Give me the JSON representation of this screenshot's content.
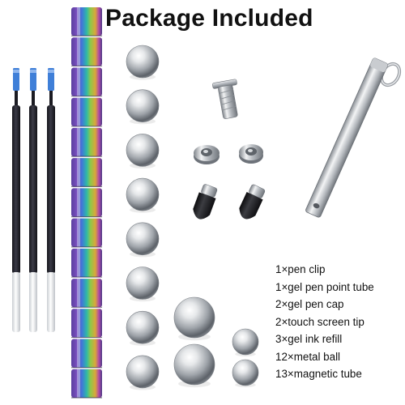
{
  "title": "Package Included",
  "contents": [
    "1×pen clip",
    "1×gel pen point tube",
    "2×gel pen cap",
    "2×touch screen tip",
    "3×gel ink refill",
    "12×metal ball",
    "13×magnetic tube"
  ],
  "colors": {
    "background": "#ffffff",
    "text": "#111111",
    "refill_ink": "#2a2a33",
    "refill_tip": "#3f7fd8",
    "metal": "#b8bcc2",
    "iridescent": [
      "#7a4fbf",
      "#3f78d8",
      "#2fb8a8",
      "#8cc84b",
      "#d9a83a",
      "#b04aa8"
    ]
  },
  "items": {
    "refills": 3,
    "magnetic_tube_segments": 13,
    "metal_balls": 12,
    "gel_pen_caps": 2,
    "touch_screen_tips": 2,
    "pen_clip": 1,
    "gel_pen_point_tube": 1
  }
}
